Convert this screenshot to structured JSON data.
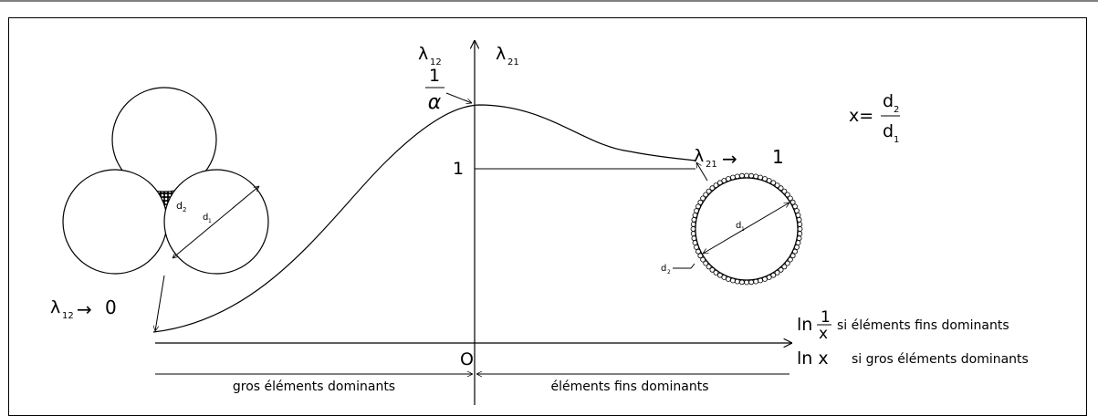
{
  "axis": {
    "lambda12": {
      "sym": "λ",
      "sub": "12"
    },
    "lambda21": {
      "sym": "λ",
      "sub": "21"
    },
    "one_over_alpha": {
      "num": "1",
      "den": "α"
    },
    "one": "1",
    "origin": "O",
    "x_right": {
      "ln": "ln",
      "frac_num": "1",
      "frac_den": "x",
      "note": "si éléments fins dominants"
    },
    "x_right2": {
      "ln": "ln x",
      "note": "si gros éléments dominants"
    }
  },
  "definition": {
    "lhs": "x=",
    "num": {
      "base": "d",
      "sub": "2"
    },
    "den": {
      "base": "d",
      "sub": "1"
    }
  },
  "left_limit": {
    "sym": "λ",
    "sub": "12",
    "arrow": "→",
    "value": "0"
  },
  "right_limit": {
    "sym": "λ",
    "sub": "21",
    "arrow": "→",
    "value": "1"
  },
  "labels": {
    "left_d1": {
      "base": "d",
      "sub": "1"
    },
    "left_d2": {
      "base": "d",
      "sub": "2"
    },
    "right_d1": {
      "base": "d",
      "sub": "1"
    },
    "right_d2": {
      "base": "d",
      "sub": "2"
    }
  },
  "regions": {
    "left": "gros éléments dominants",
    "right": "éléments fins dominants"
  }
}
